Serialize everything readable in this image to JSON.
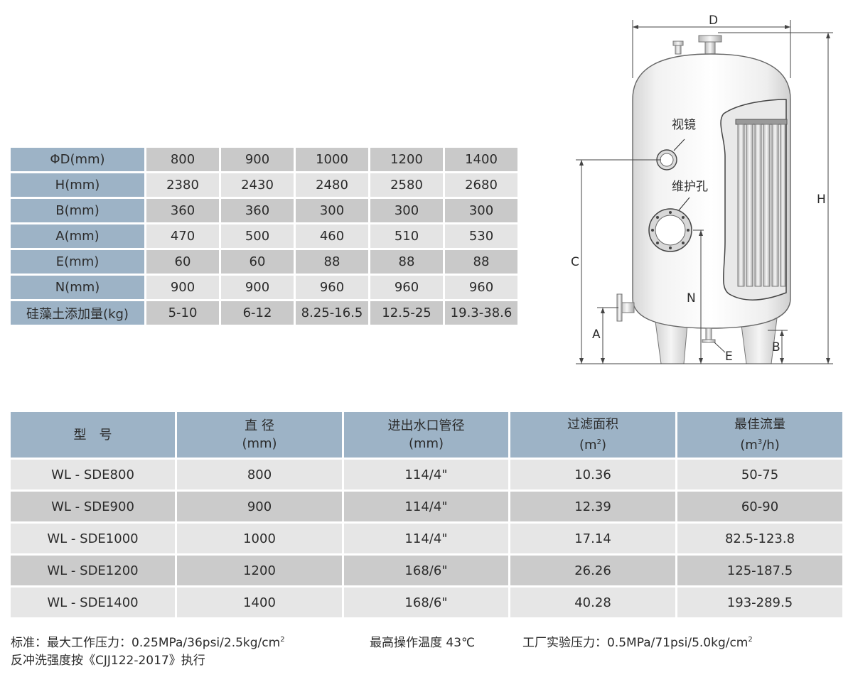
{
  "spec_table": {
    "rows": [
      {
        "label": "ΦD(mm)",
        "values": [
          "800",
          "900",
          "1000",
          "1200",
          "1400"
        ]
      },
      {
        "label": "H(mm)",
        "values": [
          "2380",
          "2430",
          "2480",
          "2580",
          "2680"
        ]
      },
      {
        "label": "B(mm)",
        "values": [
          "360",
          "360",
          "300",
          "300",
          "300"
        ]
      },
      {
        "label": "A(mm)",
        "values": [
          "470",
          "500",
          "460",
          "510",
          "530"
        ]
      },
      {
        "label": "E(mm)",
        "values": [
          "60",
          "60",
          "88",
          "88",
          "88"
        ]
      },
      {
        "label": "N(mm)",
        "values": [
          "900",
          "900",
          "960",
          "960",
          "960"
        ]
      },
      {
        "label": "硅藻土添加量(kg)",
        "values": [
          "5-10",
          "6-12",
          "8.25-16.5",
          "12.5-25",
          "19.3-38.6"
        ]
      }
    ]
  },
  "diagram": {
    "labels": {
      "D": "D",
      "H": "H",
      "C": "C",
      "N": "N",
      "A": "A",
      "B": "B",
      "E": "E",
      "sight_glass": "视镜",
      "manhole": "维护孔"
    }
  },
  "model_table": {
    "headers": [
      {
        "main": "型　号",
        "sub": ""
      },
      {
        "main": "直 径",
        "sub": "(mm)"
      },
      {
        "main": "进出水口管径",
        "sub": "(mm)"
      },
      {
        "main": "过滤面积",
        "sub_pre": "(m",
        "sup": "2",
        "sub_post": ")"
      },
      {
        "main": "最佳流量",
        "sub_pre": "(m",
        "sup": "3",
        "sub_post": "/h)"
      }
    ],
    "rows": [
      [
        "WL - SDE800",
        "800",
        "114/4\"",
        "10.36",
        "50-75"
      ],
      [
        "WL - SDE900",
        "900",
        "114/4\"",
        "12.39",
        "60-90"
      ],
      [
        "WL - SDE1000",
        "1000",
        "114/4\"",
        "17.14",
        "82.5-123.8"
      ],
      [
        "WL - SDE1200",
        "1200",
        "168/6\"",
        "26.26",
        "125-187.5"
      ],
      [
        "WL - SDE1400",
        "1400",
        "168/6\"",
        "40.28",
        "193-289.5"
      ]
    ]
  },
  "notes": {
    "standard_pre": "标准：最大工作压力：0.25MPa/36psi/2.5kg/cm",
    "standard_sup": "2",
    "temperature": "最高操作温度 43℃",
    "factory_pre": "工厂实验压力：0.5MPa/71psi/5.0kg/cm",
    "factory_sup": "2",
    "backwash": "反冲洗强度按《CJJ122-2017》执行"
  }
}
